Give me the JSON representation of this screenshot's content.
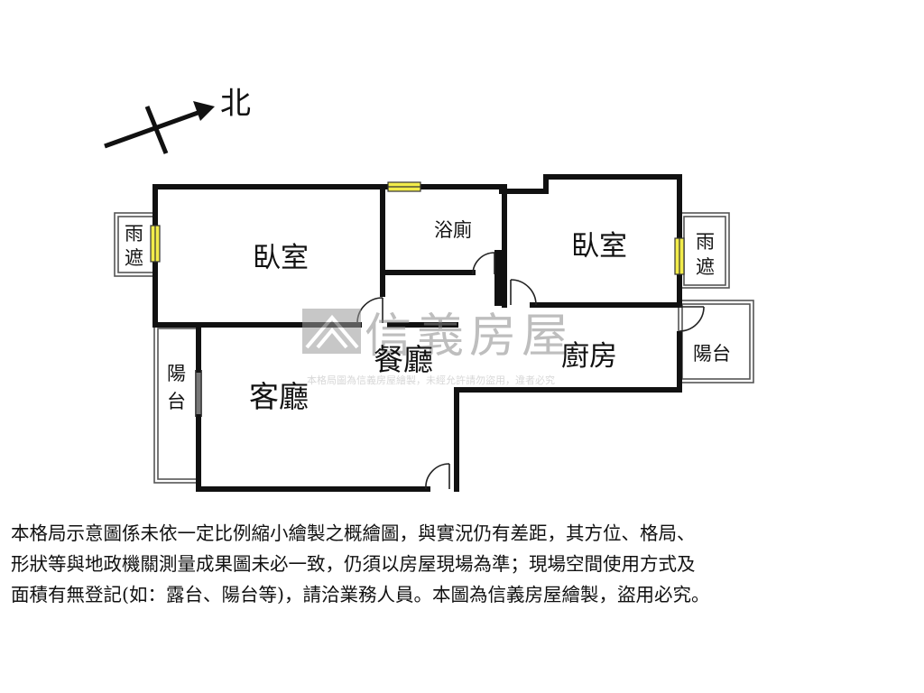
{
  "compass": {
    "north_label": "北"
  },
  "rooms": {
    "bedroom_left": "臥室",
    "bathroom": "浴廁",
    "bedroom_right": "臥室",
    "rain_shelter_left": [
      "雨",
      "遮"
    ],
    "rain_shelter_right": [
      "雨",
      "遮"
    ],
    "balcony_left": [
      "陽",
      "台"
    ],
    "balcony_right": "陽台",
    "living_room": "客廳",
    "dining_room": "餐廳",
    "kitchen": "廚房"
  },
  "watermark": {
    "brand": "信義房屋",
    "notice": "本格局圖為信義房屋繪製，未經允許請勿盜用，違者必究"
  },
  "disclaimer": {
    "lines": [
      "本格局示意圖係未依一定比例縮小繪製之概繪圖，與實況仍有差距，其方位、格局、",
      "形狀等與地政機關測量成果圖未必一致，仍須以房屋現場為準；現場空間使用方式及",
      "面積有無登記(如：露台、陽台等)，請洽業務人員。本圖為信義房屋繪製，盜用必究。"
    ]
  },
  "colors": {
    "wall": "#111111",
    "window": "#f2ec4a",
    "thin_wall": "#555555",
    "watermark": "#9a9a9a"
  }
}
